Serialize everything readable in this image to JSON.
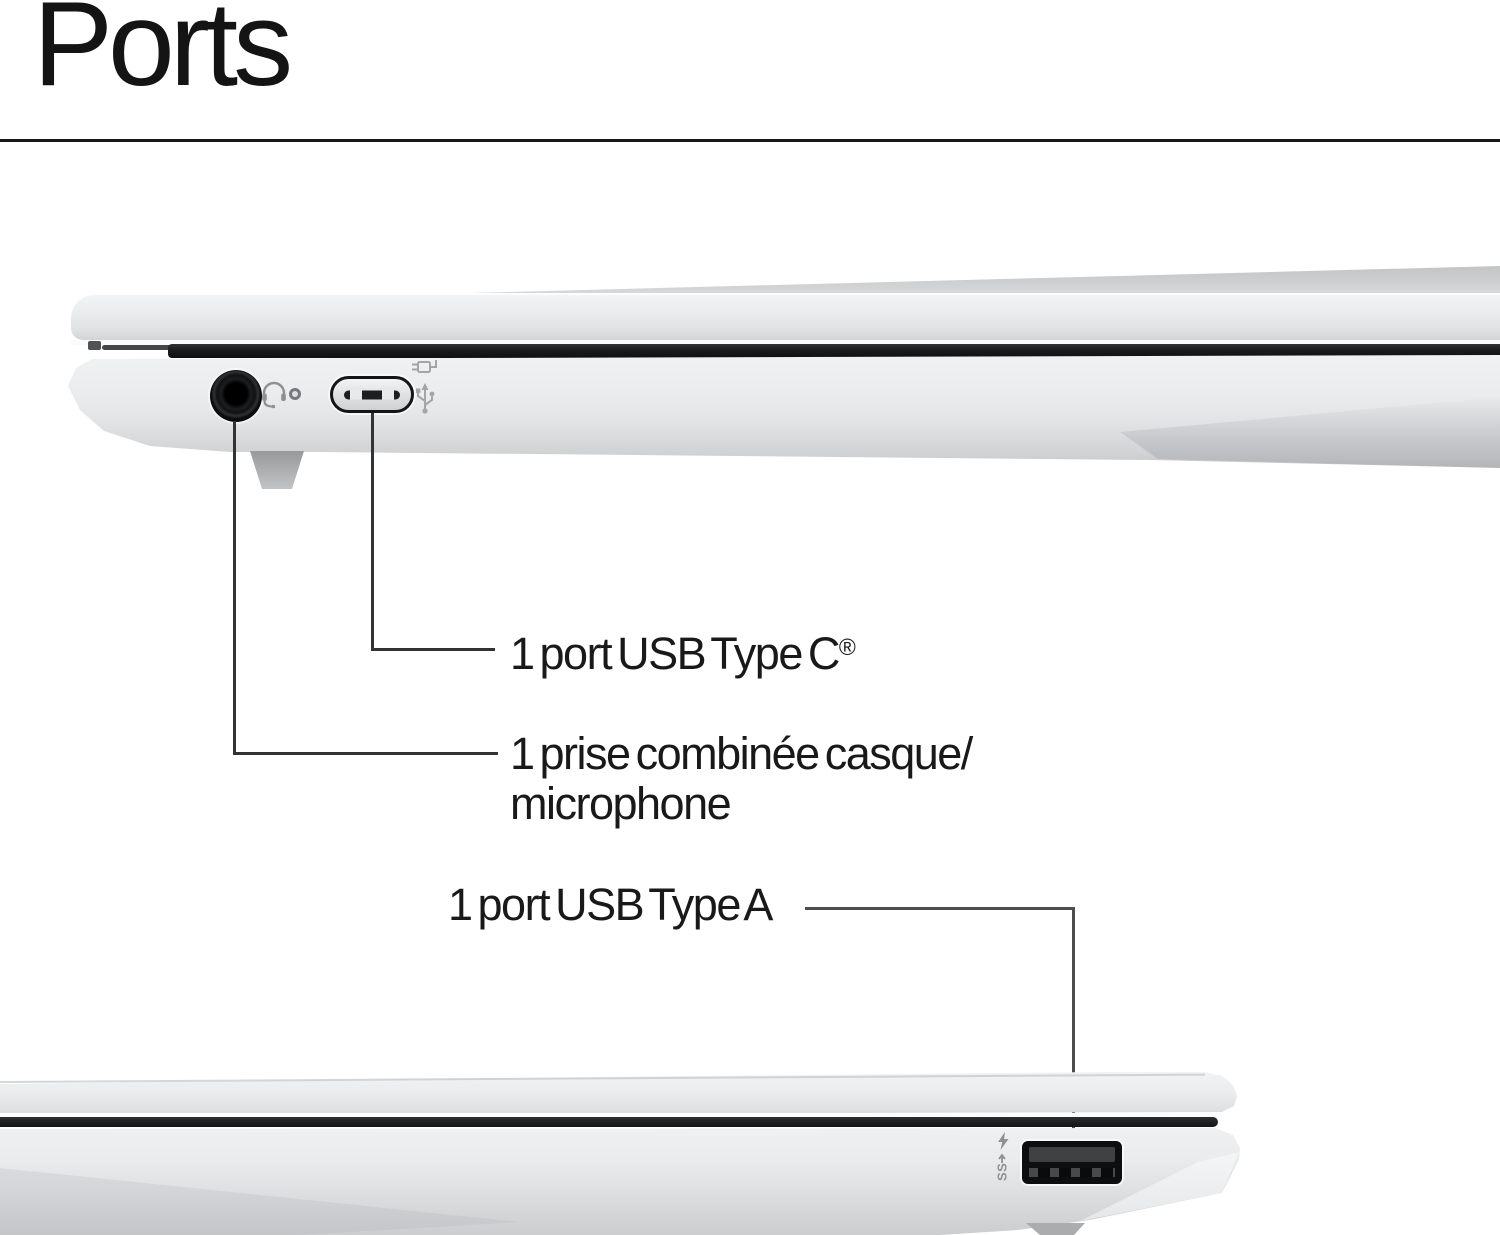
{
  "header": {
    "title": "Ports"
  },
  "callouts": {
    "usb_c": {
      "label": "1 port USB Type C",
      "trademark": "®"
    },
    "headset_jack": {
      "line1": "1 prise combinée casque/",
      "line2": "microphone"
    },
    "usb_a": {
      "label": "1 port USB Type A"
    }
  },
  "icons": {
    "headset": "headset-icon",
    "led": "led-indicator",
    "power_plug": "power-plug-icon",
    "usb_trident": "usb-trident-icon",
    "lightning": "lightning-bolt-icon",
    "superspeed_usb": "ss-usb-icon"
  },
  "colors": {
    "title_text": "#141414",
    "label_text": "#191919",
    "divider": "#191919",
    "callout_line": "#323334",
    "callout_line_gray": "#4c4d4e",
    "hinge_black": "#1a1b1c",
    "body_light": "#eff0f1",
    "body_shadow": "#c6c8ca",
    "port_black": "#0d0e0f",
    "icon_gray": "#8f9092"
  }
}
